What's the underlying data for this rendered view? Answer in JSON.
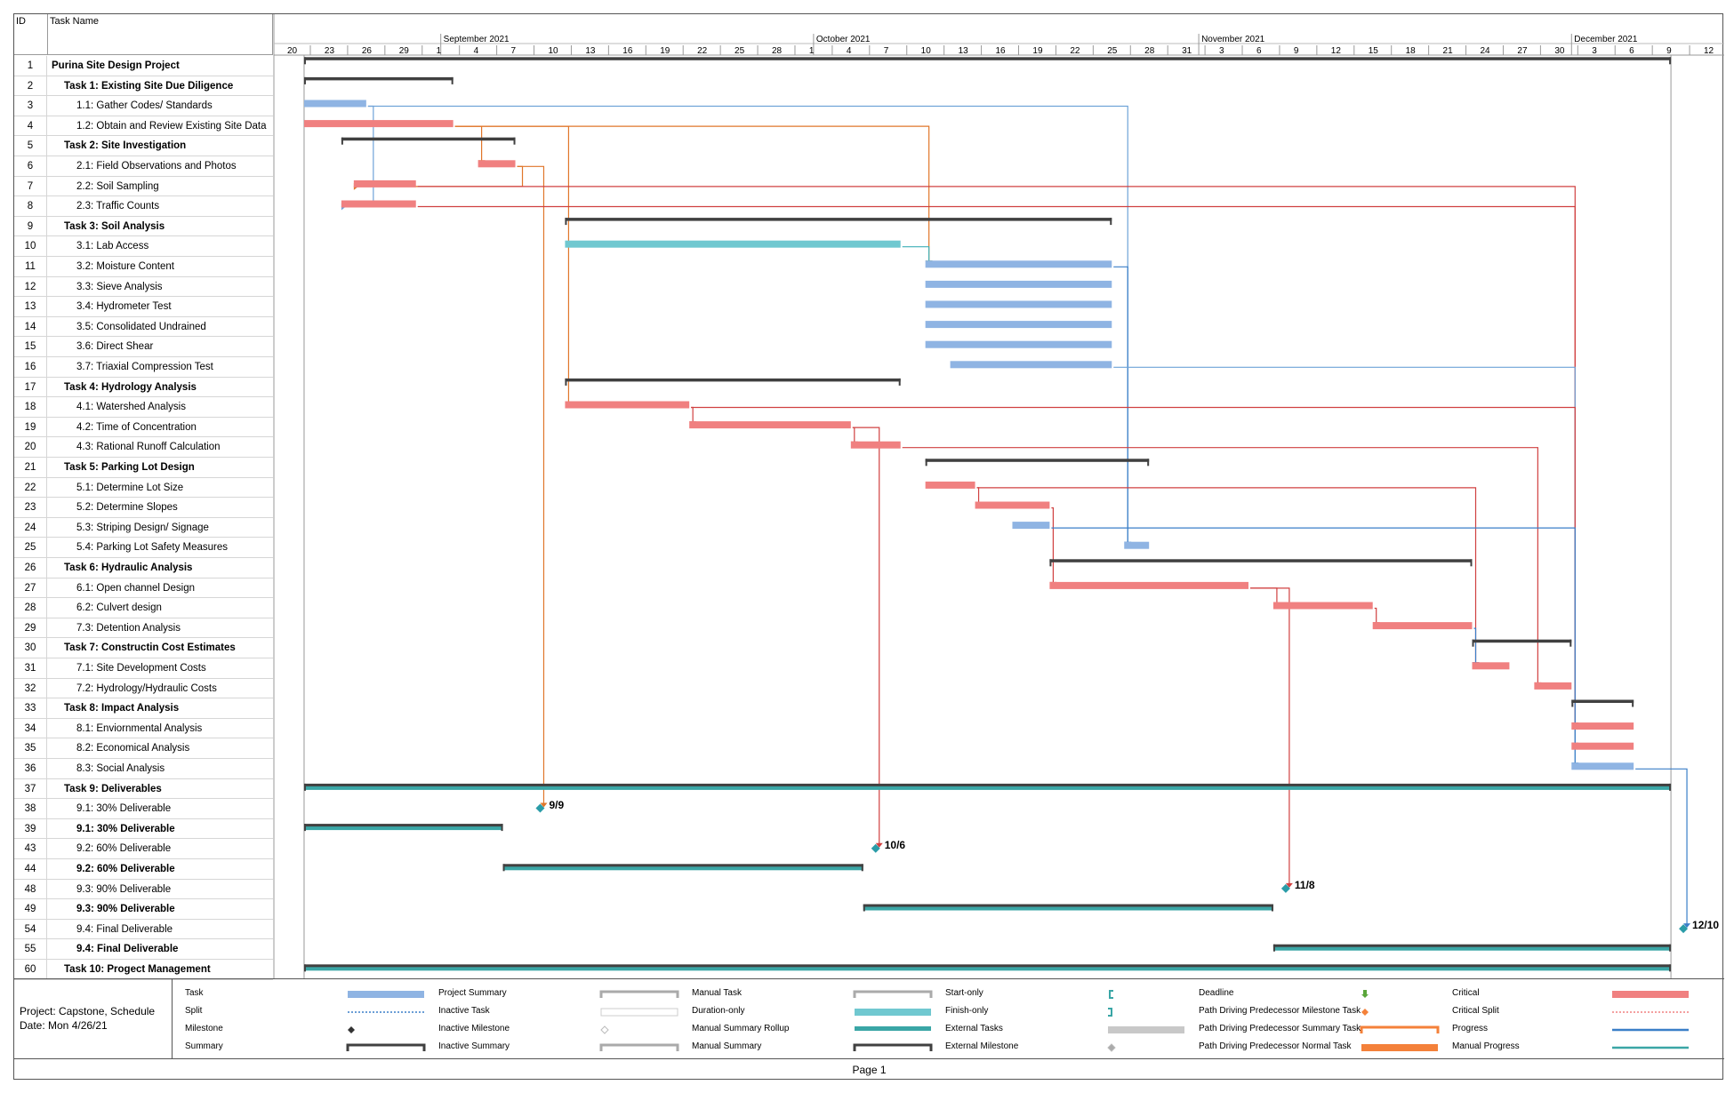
{
  "table": {
    "id_header": "ID",
    "name_header": "Task Name",
    "rows": [
      {
        "id": "1",
        "name": "Purina Site Design Project",
        "bold": true,
        "indent": 0
      },
      {
        "id": "2",
        "name": "Task 1: Existing Site Due Diligence",
        "bold": true,
        "indent": 1
      },
      {
        "id": "3",
        "name": "1.1: Gather Codes/ Standards",
        "bold": false,
        "indent": 2
      },
      {
        "id": "4",
        "name": "1.2: Obtain and Review Existing Site Data",
        "bold": false,
        "indent": 2
      },
      {
        "id": "5",
        "name": "Task 2: Site Investigation",
        "bold": true,
        "indent": 1
      },
      {
        "id": "6",
        "name": "2.1: Field Observations and Photos",
        "bold": false,
        "indent": 2
      },
      {
        "id": "7",
        "name": "2.2: Soil Sampling",
        "bold": false,
        "indent": 2
      },
      {
        "id": "8",
        "name": "2.3: Traffic Counts",
        "bold": false,
        "indent": 2
      },
      {
        "id": "9",
        "name": "Task 3: Soil Analysis",
        "bold": true,
        "indent": 1
      },
      {
        "id": "10",
        "name": "3.1: Lab Access",
        "bold": false,
        "indent": 2
      },
      {
        "id": "11",
        "name": "3.2: Moisture Content",
        "bold": false,
        "indent": 2
      },
      {
        "id": "12",
        "name": "3.3: Sieve Analysis",
        "bold": false,
        "indent": 2
      },
      {
        "id": "13",
        "name": "3.4: Hydrometer Test",
        "bold": false,
        "indent": 2
      },
      {
        "id": "14",
        "name": "3.5: Consolidated Undrained",
        "bold": false,
        "indent": 2
      },
      {
        "id": "15",
        "name": "3.6: Direct Shear",
        "bold": false,
        "indent": 2
      },
      {
        "id": "16",
        "name": "3.7: Triaxial Compression Test",
        "bold": false,
        "indent": 2
      },
      {
        "id": "17",
        "name": "Task 4: Hydrology Analysis",
        "bold": true,
        "indent": 1
      },
      {
        "id": "18",
        "name": "4.1: Watershed Analysis",
        "bold": false,
        "indent": 2
      },
      {
        "id": "19",
        "name": "4.2: Time of Concentration",
        "bold": false,
        "indent": 2
      },
      {
        "id": "20",
        "name": "4.3: Rational Runoff Calculation",
        "bold": false,
        "indent": 2
      },
      {
        "id": "21",
        "name": "Task 5: Parking Lot Design",
        "bold": true,
        "indent": 1
      },
      {
        "id": "22",
        "name": "5.1: Determine Lot Size",
        "bold": false,
        "indent": 2
      },
      {
        "id": "23",
        "name": "5.2: Determine Slopes",
        "bold": false,
        "indent": 2
      },
      {
        "id": "24",
        "name": "5.3: Striping Design/ Signage",
        "bold": false,
        "indent": 2
      },
      {
        "id": "25",
        "name": "5.4: Parking Lot Safety Measures",
        "bold": false,
        "indent": 2
      },
      {
        "id": "26",
        "name": "Task 6: Hydraulic Analysis",
        "bold": true,
        "indent": 1
      },
      {
        "id": "27",
        "name": "6.1: Open channel Design",
        "bold": false,
        "indent": 2
      },
      {
        "id": "28",
        "name": "6.2: Culvert design",
        "bold": false,
        "indent": 2
      },
      {
        "id": "29",
        "name": "7.3: Detention Analysis",
        "bold": false,
        "indent": 2
      },
      {
        "id": "30",
        "name": "Task 7: Constructin Cost Estimates",
        "bold": true,
        "indent": 1
      },
      {
        "id": "31",
        "name": "7.1: Site Development Costs",
        "bold": false,
        "indent": 2
      },
      {
        "id": "32",
        "name": "7.2: Hydrology/Hydraulic Costs",
        "bold": false,
        "indent": 2
      },
      {
        "id": "33",
        "name": "Task 8: Impact Analysis",
        "bold": true,
        "indent": 1
      },
      {
        "id": "34",
        "name": "8.1: Enviornmental Analysis",
        "bold": false,
        "indent": 2
      },
      {
        "id": "35",
        "name": "8.2: Economical Analysis",
        "bold": false,
        "indent": 2
      },
      {
        "id": "36",
        "name": "8.3: Social Analysis",
        "bold": false,
        "indent": 2
      },
      {
        "id": "37",
        "name": "Task 9: Deliverables",
        "bold": true,
        "indent": 1
      },
      {
        "id": "38",
        "name": "9.1: 30% Deliverable",
        "bold": false,
        "indent": 2
      },
      {
        "id": "39",
        "name": "9.1: 30% Deliverable",
        "bold": true,
        "indent": 2
      },
      {
        "id": "43",
        "name": "9.2: 60% Deliverable",
        "bold": false,
        "indent": 2
      },
      {
        "id": "44",
        "name": "9.2: 60% Deliverable",
        "bold": true,
        "indent": 2
      },
      {
        "id": "48",
        "name": "9.3: 90% Deliverable",
        "bold": false,
        "indent": 2
      },
      {
        "id": "49",
        "name": "9.3: 90% Deliverable",
        "bold": true,
        "indent": 2
      },
      {
        "id": "54",
        "name": "9.4: Final Deliverable",
        "bold": false,
        "indent": 2
      },
      {
        "id": "55",
        "name": "9.4: Final Deliverable",
        "bold": true,
        "indent": 2
      },
      {
        "id": "60",
        "name": "Task 10: Progect Management",
        "bold": true,
        "indent": 1
      }
    ]
  },
  "timescale": {
    "months": [
      {
        "label": "September 2021",
        "start": "2021-09-01"
      },
      {
        "label": "October 2021",
        "start": "2021-10-01"
      },
      {
        "label": "November 2021",
        "start": "2021-11-01"
      },
      {
        "label": "December 2021",
        "start": "2021-12-01"
      }
    ],
    "day_ticks": [
      "20",
      "23",
      "26",
      "29",
      "1",
      "4",
      "7",
      "10",
      "13",
      "16",
      "19",
      "22",
      "25",
      "28",
      "1",
      "4",
      "7",
      "10",
      "13",
      "16",
      "19",
      "22",
      "25",
      "28",
      "31",
      "3",
      "6",
      "9",
      "12",
      "15",
      "18",
      "21",
      "24",
      "27",
      "30",
      "3",
      "6",
      "9",
      "12"
    ],
    "first_tick_date": "2021-08-20",
    "last_tick_date": "2021-12-12"
  },
  "bars": [
    {
      "row": 1,
      "type": "summary",
      "start": "2021-08-21",
      "end": "2021-12-09"
    },
    {
      "row": 2,
      "type": "summary",
      "start": "2021-08-21",
      "end": "2021-09-02"
    },
    {
      "row": 3,
      "type": "task",
      "start": "2021-08-21",
      "end": "2021-08-26"
    },
    {
      "row": 4,
      "type": "critical",
      "start": "2021-08-21",
      "end": "2021-09-02"
    },
    {
      "row": 5,
      "type": "summary",
      "start": "2021-08-24",
      "end": "2021-09-07"
    },
    {
      "row": 6,
      "type": "critical",
      "start": "2021-09-04",
      "end": "2021-09-07"
    },
    {
      "row": 7,
      "type": "critical",
      "start": "2021-08-25",
      "end": "2021-08-30"
    },
    {
      "row": 8,
      "type": "critical",
      "start": "2021-08-24",
      "end": "2021-08-30"
    },
    {
      "row": 9,
      "type": "summary",
      "start": "2021-09-11",
      "end": "2021-10-25"
    },
    {
      "row": 10,
      "type": "external",
      "start": "2021-09-11",
      "end": "2021-10-08"
    },
    {
      "row": 11,
      "type": "task",
      "start": "2021-10-10",
      "end": "2021-10-25"
    },
    {
      "row": 12,
      "type": "task",
      "start": "2021-10-10",
      "end": "2021-10-25"
    },
    {
      "row": 13,
      "type": "task",
      "start": "2021-10-10",
      "end": "2021-10-25"
    },
    {
      "row": 14,
      "type": "task",
      "start": "2021-10-10",
      "end": "2021-10-25"
    },
    {
      "row": 15,
      "type": "task",
      "start": "2021-10-10",
      "end": "2021-10-25"
    },
    {
      "row": 16,
      "type": "task",
      "start": "2021-10-12",
      "end": "2021-10-25"
    },
    {
      "row": 17,
      "type": "summary",
      "start": "2021-09-11",
      "end": "2021-10-08"
    },
    {
      "row": 18,
      "type": "critical",
      "start": "2021-09-11",
      "end": "2021-09-21"
    },
    {
      "row": 19,
      "type": "critical",
      "start": "2021-09-21",
      "end": "2021-10-04"
    },
    {
      "row": 20,
      "type": "critical",
      "start": "2021-10-04",
      "end": "2021-10-08"
    },
    {
      "row": 21,
      "type": "summary",
      "start": "2021-10-10",
      "end": "2021-10-28"
    },
    {
      "row": 22,
      "type": "critical",
      "start": "2021-10-10",
      "end": "2021-10-14"
    },
    {
      "row": 23,
      "type": "critical",
      "start": "2021-10-14",
      "end": "2021-10-20"
    },
    {
      "row": 24,
      "type": "task",
      "start": "2021-10-17",
      "end": "2021-10-20"
    },
    {
      "row": 25,
      "type": "task",
      "start": "2021-10-26",
      "end": "2021-10-28"
    },
    {
      "row": 26,
      "type": "summary",
      "start": "2021-10-20",
      "end": "2021-11-23"
    },
    {
      "row": 27,
      "type": "critical",
      "start": "2021-10-20",
      "end": "2021-11-05"
    },
    {
      "row": 28,
      "type": "critical",
      "start": "2021-11-07",
      "end": "2021-11-15"
    },
    {
      "row": 29,
      "type": "critical",
      "start": "2021-11-15",
      "end": "2021-11-23"
    },
    {
      "row": 30,
      "type": "summary",
      "start": "2021-11-23",
      "end": "2021-12-01"
    },
    {
      "row": 31,
      "type": "critical",
      "start": "2021-11-23",
      "end": "2021-11-26"
    },
    {
      "row": 32,
      "type": "critical",
      "start": "2021-11-28",
      "end": "2021-12-01"
    },
    {
      "row": 33,
      "type": "summary",
      "start": "2021-12-01",
      "end": "2021-12-06"
    },
    {
      "row": 34,
      "type": "critical",
      "start": "2021-12-01",
      "end": "2021-12-06"
    },
    {
      "row": 35,
      "type": "critical",
      "start": "2021-12-01",
      "end": "2021-12-06"
    },
    {
      "row": 36,
      "type": "task",
      "start": "2021-12-01",
      "end": "2021-12-06"
    },
    {
      "row": 37,
      "type": "manual-summary",
      "start": "2021-08-21",
      "end": "2021-12-09"
    },
    {
      "row": 39,
      "type": "manual-summary",
      "start": "2021-08-21",
      "end": "2021-09-06"
    },
    {
      "row": 41,
      "type": "manual-summary",
      "start": "2021-09-06",
      "end": "2021-10-05"
    },
    {
      "row": 43,
      "type": "manual-summary",
      "start": "2021-10-05",
      "end": "2021-11-07"
    },
    {
      "row": 45,
      "type": "manual-summary",
      "start": "2021-11-07",
      "end": "2021-12-09"
    },
    {
      "row": 46,
      "type": "manual-summary",
      "start": "2021-08-21",
      "end": "2021-12-09"
    }
  ],
  "milestones": [
    {
      "row": 38,
      "date": "2021-09-09",
      "label": "9/9"
    },
    {
      "row": 40,
      "date": "2021-10-06",
      "label": "10/6"
    },
    {
      "row": 42,
      "date": "2021-11-08",
      "label": "11/8"
    },
    {
      "row": 44,
      "date": "2021-12-10",
      "label": "12/10"
    }
  ],
  "links": [
    {
      "from": 3,
      "to": 25,
      "color": "#6fa3d8"
    },
    {
      "from": 3,
      "to": 8,
      "color": "#6fa3d8"
    },
    {
      "from": 4,
      "to": 6,
      "color": "#e0762a"
    },
    {
      "from": 4,
      "to": 18,
      "color": "#e0762a"
    },
    {
      "from": 4,
      "to": 11,
      "color": "#e0762a"
    },
    {
      "from": 6,
      "to": 38,
      "color": "#e0762a"
    },
    {
      "from": 6,
      "to": 7,
      "color": "#e0762a"
    },
    {
      "from": 7,
      "to": 34,
      "color": "#d04040"
    },
    {
      "from": 8,
      "to": 35,
      "color": "#d04040"
    },
    {
      "from": 10,
      "to": 11,
      "color": "#3fb0b8"
    },
    {
      "from": 11,
      "to": 25,
      "color": "#3a7fc8"
    },
    {
      "from": 16,
      "to": 36,
      "color": "#6fa3d8"
    },
    {
      "from": 18,
      "to": 19,
      "color": "#d04040"
    },
    {
      "from": 18,
      "to": 34,
      "color": "#d04040"
    },
    {
      "from": 19,
      "to": 20,
      "color": "#d04040"
    },
    {
      "from": 19,
      "to": 40,
      "color": "#d04040"
    },
    {
      "from": 20,
      "to": 32,
      "color": "#d04040"
    },
    {
      "from": 22,
      "to": 23,
      "color": "#d04040"
    },
    {
      "from": 22,
      "to": 31,
      "color": "#d04040"
    },
    {
      "from": 23,
      "to": 27,
      "color": "#d04040"
    },
    {
      "from": 24,
      "to": 36,
      "color": "#3a7fc8"
    },
    {
      "from": 27,
      "to": 28,
      "color": "#d04040"
    },
    {
      "from": 27,
      "to": 42,
      "color": "#d04040"
    },
    {
      "from": 28,
      "to": 29,
      "color": "#d04040"
    },
    {
      "from": 29,
      "to": 31,
      "color": "#3a7fc8"
    },
    {
      "from": 36,
      "to": 44,
      "color": "#3a7fc8"
    }
  ],
  "legend": {
    "project_line": "Project: Capstone, Schedule",
    "date_line": "Date: Mon 4/26/21",
    "items": [
      {
        "label": "Task",
        "swatch": "task"
      },
      {
        "label": "Split",
        "swatch": "split"
      },
      {
        "label": "Milestone",
        "swatch": "milestone"
      },
      {
        "label": "Summary",
        "swatch": "summary"
      },
      {
        "label": "Project Summary",
        "swatch": "project-summary"
      },
      {
        "label": "Inactive Task",
        "swatch": "inactive-task"
      },
      {
        "label": "Inactive Milestone",
        "swatch": "inactive-milestone"
      },
      {
        "label": "Inactive Summary",
        "swatch": "inactive-summary"
      },
      {
        "label": "Manual Task",
        "swatch": "manual-task"
      },
      {
        "label": "Duration-only",
        "swatch": "duration-only"
      },
      {
        "label": "Manual Summary Rollup",
        "swatch": "manual-summary-rollup"
      },
      {
        "label": "Manual Summary",
        "swatch": "manual-summary"
      },
      {
        "label": "Start-only",
        "swatch": "start-only"
      },
      {
        "label": "Finish-only",
        "swatch": "finish-only"
      },
      {
        "label": "External Tasks",
        "swatch": "external-tasks"
      },
      {
        "label": "External Milestone",
        "swatch": "external-milestone"
      },
      {
        "label": "Deadline",
        "swatch": "deadline"
      },
      {
        "label": "Path Driving Predecessor Milestone Task",
        "swatch": "pd-milestone"
      },
      {
        "label": "Path Driving Predecessor Summary Task",
        "swatch": "pd-summary"
      },
      {
        "label": "Path Driving Predecessor Normal Task",
        "swatch": "pd-normal"
      },
      {
        "label": "Critical",
        "swatch": "critical"
      },
      {
        "label": "Critical Split",
        "swatch": "critical-split"
      },
      {
        "label": "Progress",
        "swatch": "progress"
      },
      {
        "label": "Manual Progress",
        "swatch": "manual-progress"
      }
    ]
  },
  "footer": {
    "page_label": "Page 1"
  },
  "colors": {
    "task": "#8fb4e3",
    "critical": "#f08080",
    "summary": "#404040",
    "external": "#70c8d0",
    "manual_summary_fill": "#3aa6a6",
    "milestone": "#2a9ca8",
    "pd_orange": "#f4813a",
    "progress": "#3a7fc8"
  }
}
